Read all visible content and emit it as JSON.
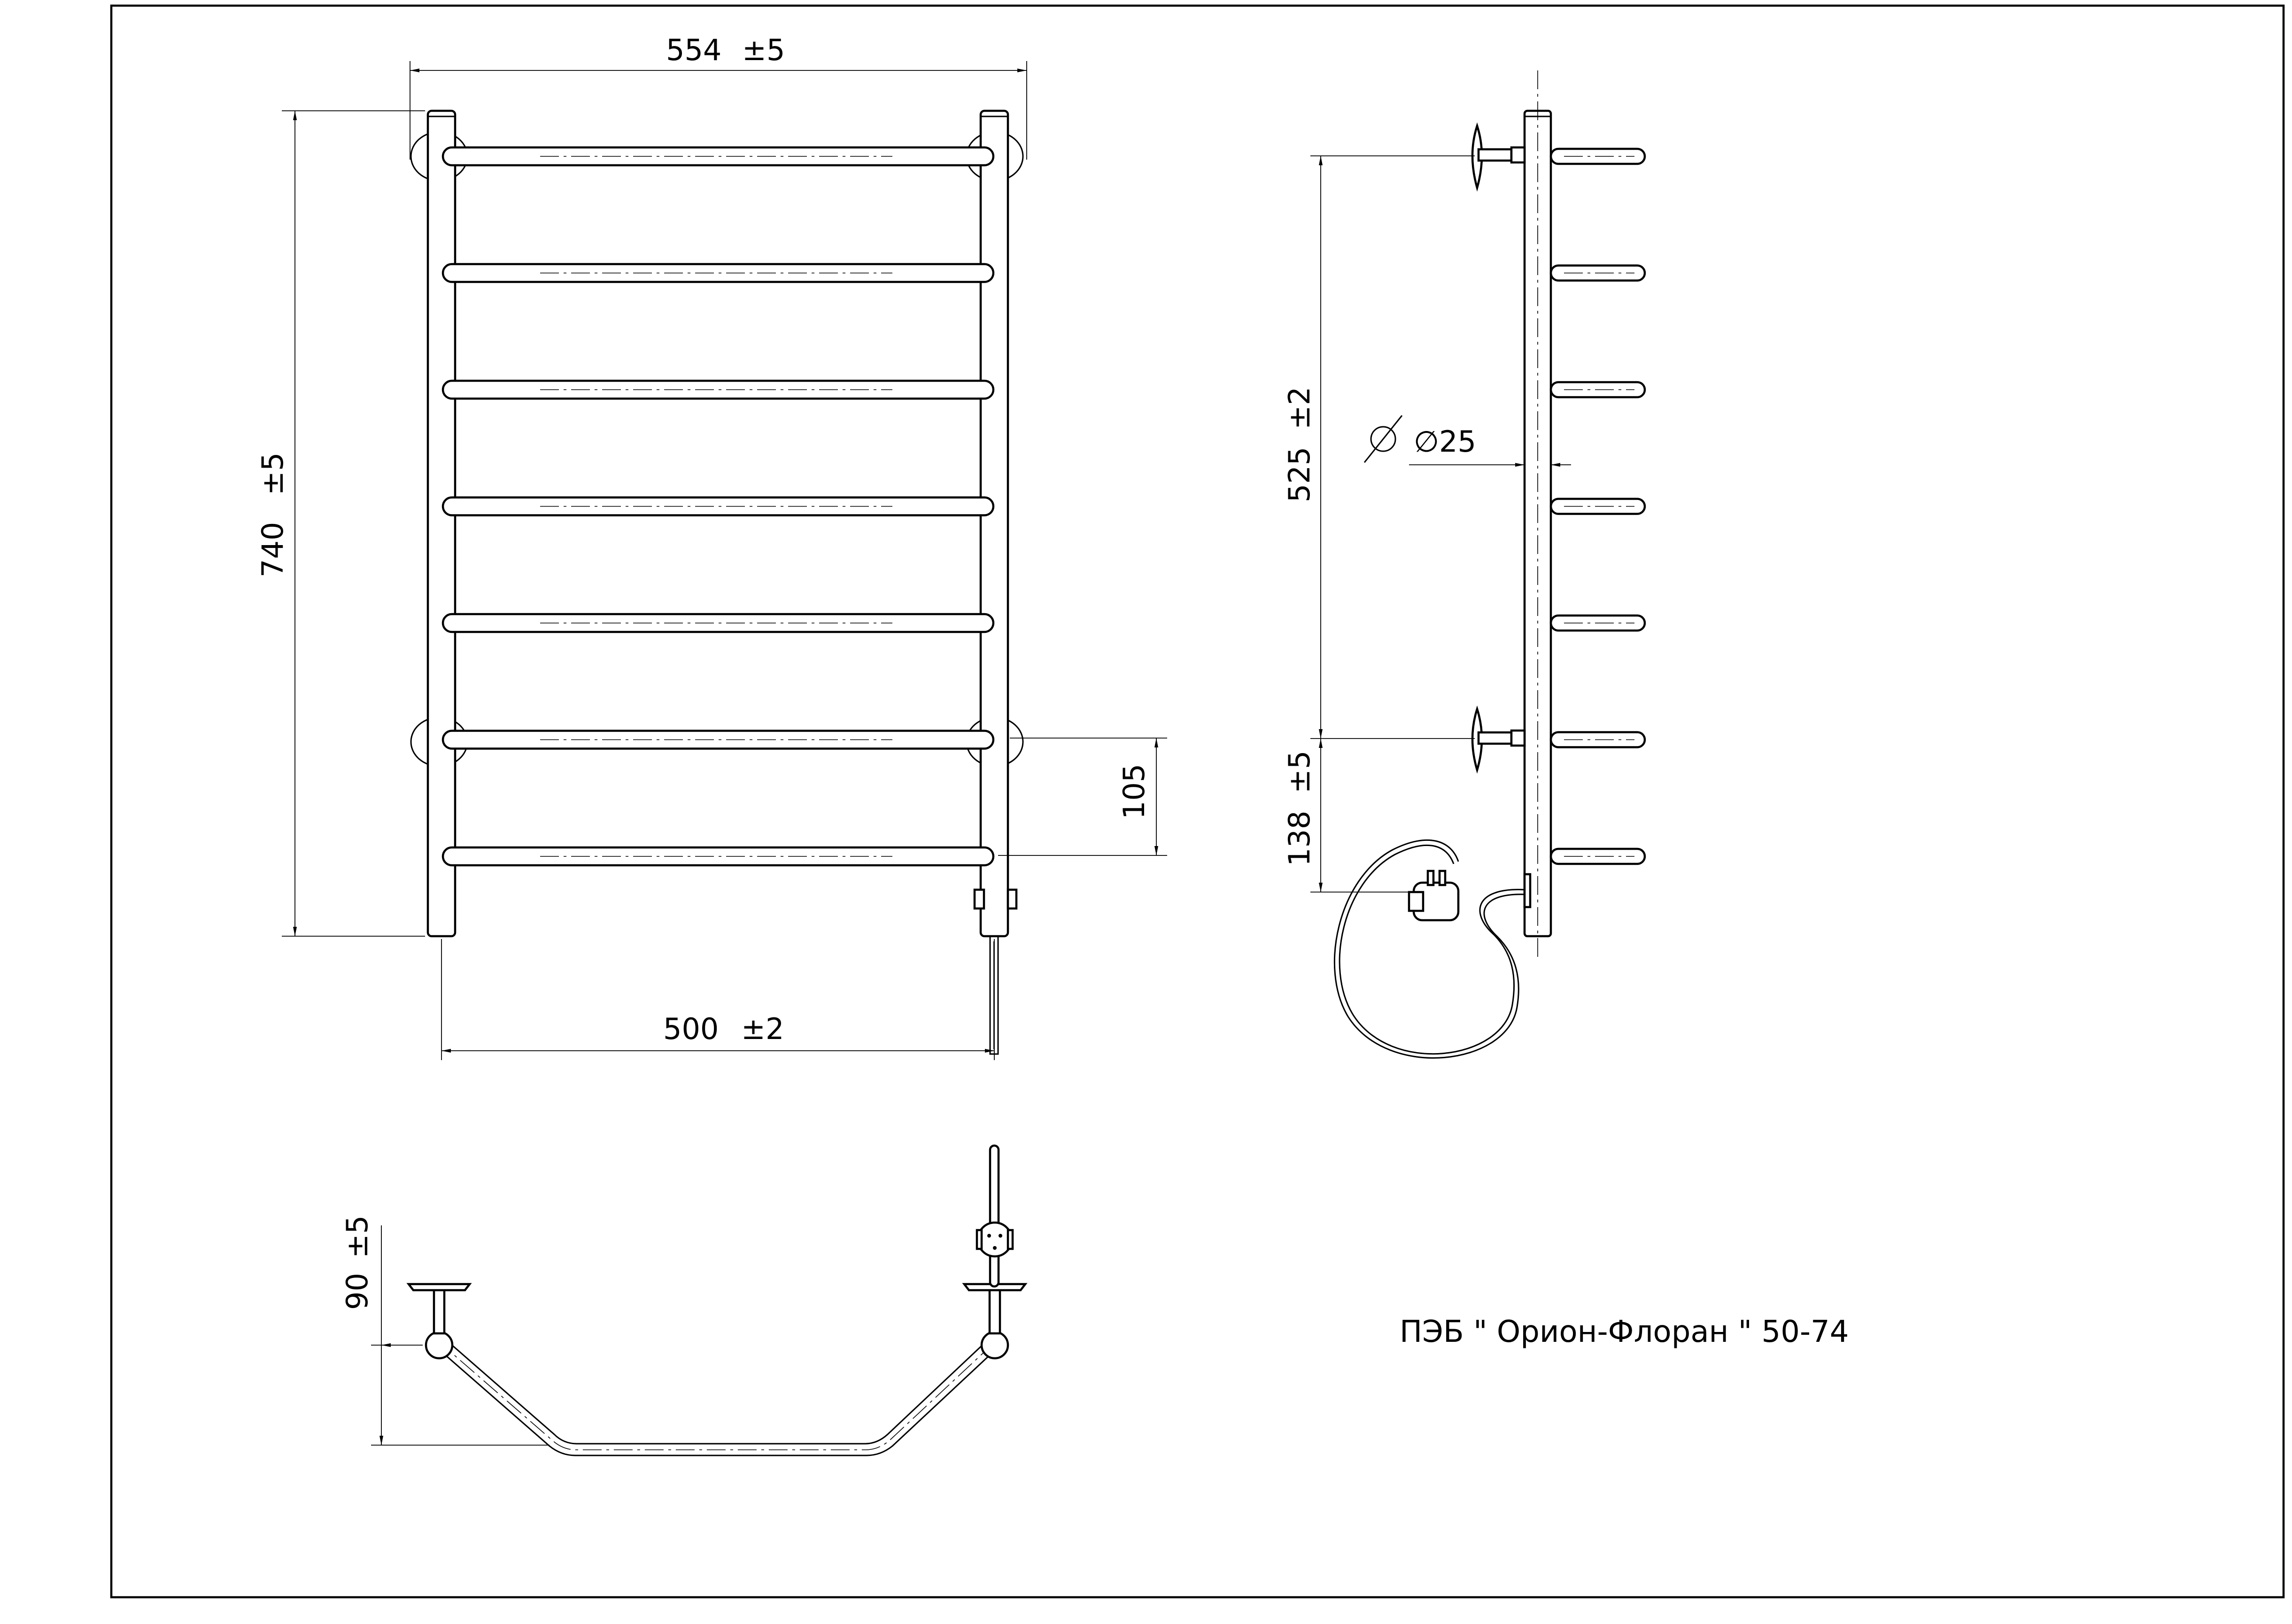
{
  "dimensions": {
    "overall_width": "554",
    "overall_width_tol": "±5",
    "overall_height": "740",
    "overall_height_tol": "±5",
    "center_distance": "500",
    "center_distance_tol": "±2",
    "bottom_mount_offset": "105",
    "mount_spacing": "525",
    "mount_spacing_tol": "±2",
    "tube_diameter": "∅25",
    "bottom_height": "138",
    "bottom_height_tol": "±5",
    "wall_offset": "90",
    "wall_offset_tol": "±5"
  },
  "title": "ПЭБ \" Орион-Флоран \" 50-74",
  "views": [
    "front-view",
    "side-view",
    "top-view"
  ],
  "rungs": 7
}
